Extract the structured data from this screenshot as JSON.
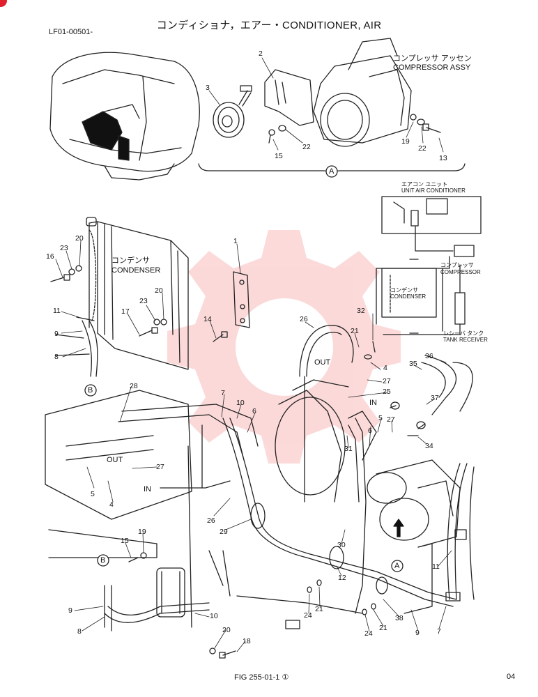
{
  "header": {
    "title": "コンディショナ，エアー・CONDITIONER, AIR",
    "code": "LF01-00501-"
  },
  "labels": {
    "compressor_assy_jp": "コンプレッサ アッセン",
    "compressor_assy_en": "COMPRESSOR ASSY",
    "condenser_jp": "コンデンサ",
    "condenser_en": "CONDENSER",
    "schematic_unit_jp": "エアコン ユニット",
    "schematic_unit_en": "UNIT AIR CONDITIONER",
    "schematic_compressor_jp": "コンプレッサ",
    "schematic_compressor_en": "COMPRESSOR",
    "schematic_condenser_jp": "コンデンサ",
    "schematic_condenser_en": "CONDENSER",
    "schematic_tank_jp": "レシーバ タンク",
    "schematic_tank_en": "TANK RECEIVER",
    "out_1": "OUT",
    "in_1": "IN",
    "out_2": "OUT",
    "in_2": "IN",
    "view_a_top": "A",
    "view_a_arrow": "A",
    "view_b_top": "B",
    "view_b_bottom": "B"
  },
  "callouts": {
    "c2": "2",
    "c3": "3",
    "c15a": "15",
    "c22a": "22",
    "c19a": "19",
    "c22b": "22",
    "c13": "13",
    "c1": "1",
    "c16": "16",
    "c23a": "23",
    "c20a": "20",
    "c20b": "20",
    "c23b": "23",
    "c17": "17",
    "c14": "14",
    "c11a": "11",
    "c9a": "9",
    "c8a": "8",
    "c26a": "26",
    "c21a": "21",
    "c32": "32",
    "c4a": "4",
    "c27a": "27",
    "c25": "25",
    "c35": "35",
    "c36": "36",
    "c37": "37",
    "c28": "28",
    "c7a": "7",
    "c10a": "10",
    "c6a": "6",
    "c5a": "5",
    "c27b": "27",
    "c6b": "6",
    "c34": "34",
    "c31": "31",
    "c5b": "5",
    "c4b": "4",
    "c27c": "27",
    "c26b": "26",
    "c29": "29",
    "c30": "30",
    "c15b": "15",
    "c19b": "19",
    "c11b": "11",
    "c12": "12",
    "c21b": "21",
    "c24a": "24",
    "c38": "38",
    "c9b": "9",
    "c7b": "7",
    "c21c": "21",
    "c24b": "24",
    "c9c": "9",
    "c8b": "8",
    "c10b": "10",
    "c20c": "20",
    "c18": "18"
  },
  "footer": {
    "fig": "FIG 255-01-1 ①",
    "page": "04"
  }
}
